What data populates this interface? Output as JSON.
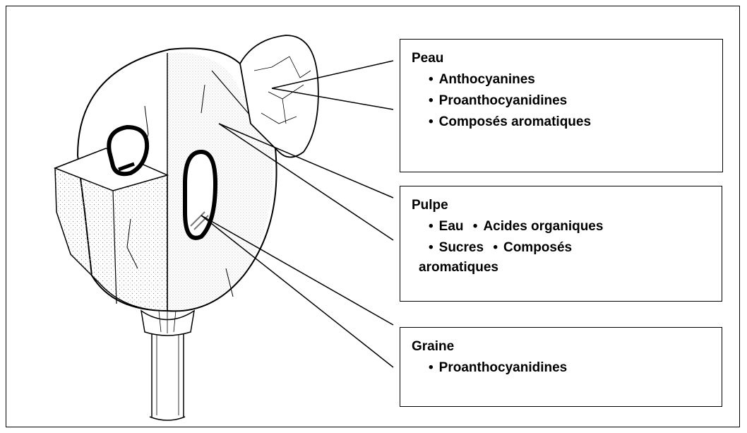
{
  "boxes": {
    "peau": {
      "title": "Peau",
      "items": [
        "Anthocyanines",
        "Proanthocyanidines",
        "Composés aromatiques"
      ]
    },
    "pulpe": {
      "title": "Pulpe",
      "line1": [
        "Eau",
        "Acides organiques"
      ],
      "line2": [
        "Sucres",
        "Composés"
      ],
      "line3": "aromatiques"
    },
    "graine": {
      "title": "Graine",
      "items": [
        "Proanthocyanidines"
      ]
    }
  },
  "colors": {
    "line": "#000000",
    "background": "#ffffff",
    "shading": "#bfbfbf"
  }
}
